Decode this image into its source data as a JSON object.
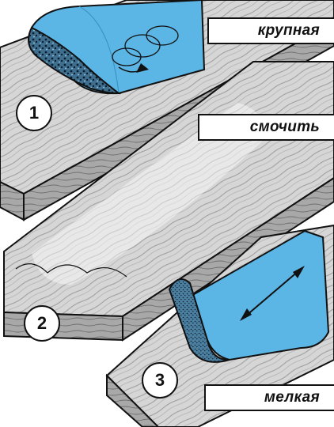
{
  "labels": {
    "coarse": "крупная",
    "wet": "смочить",
    "fine": "мелкая"
  },
  "steps": [
    "1",
    "2",
    "3"
  ],
  "colors": {
    "wood": "#d9d9d9",
    "wood_dark": "#8d8d8d",
    "water_blue": "#58b8e8",
    "water_light": "#9dd7f3",
    "grit": "#1e3a5c",
    "outline": "#111111"
  }
}
